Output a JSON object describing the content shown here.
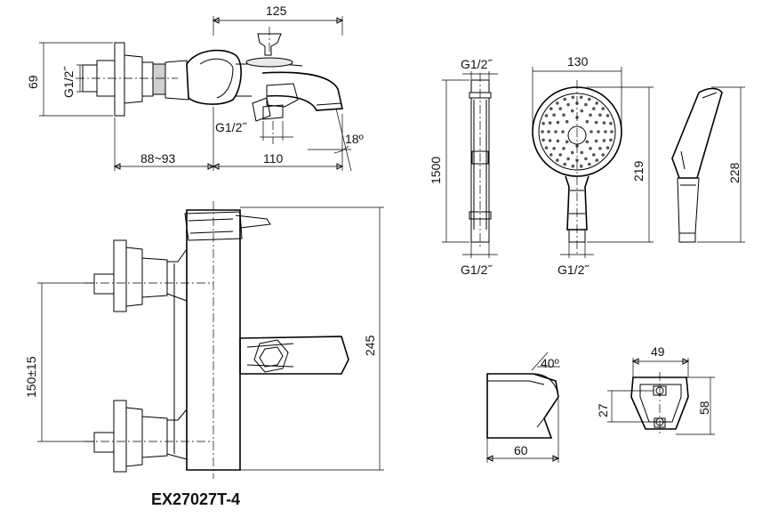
{
  "model": "EX27027T-4",
  "dimensions": {
    "top_width": "125",
    "height_69": "69",
    "inlet_thread": "G1/2˝",
    "outlet_thread": "G1/2˝",
    "wall_offset": "88~93",
    "spout_reach": "110",
    "spout_angle": "18º",
    "hose_top_thread": "G1/2˝",
    "hose_length": "1500",
    "hose_bottom_thread": "G1/2˝",
    "shower_width": "130",
    "shower_height": "219",
    "shower_handle_thread": "G1/2˝",
    "shower_side_height": "228",
    "inlet_spacing": "150±15",
    "body_height": "245",
    "diverter_angle": "40º",
    "spout_length": "60",
    "holder_width": "49",
    "holder_hole": "27",
    "holder_height": "58"
  }
}
